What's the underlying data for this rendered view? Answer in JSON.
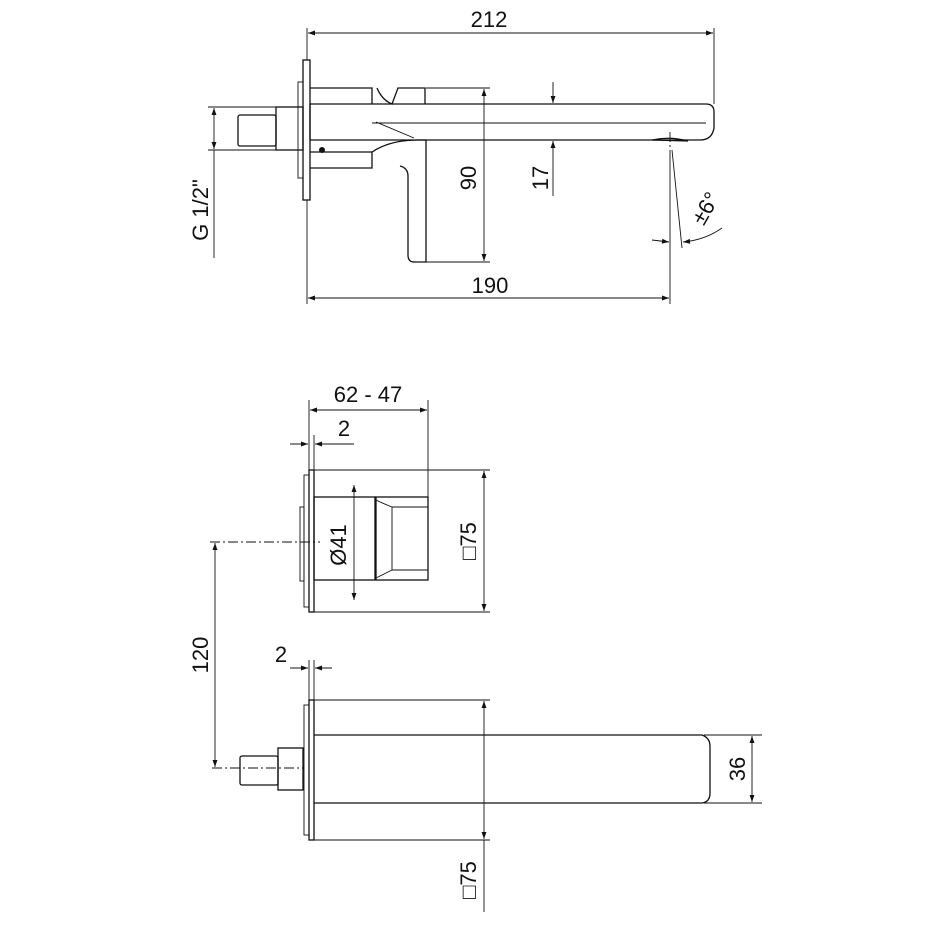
{
  "drawing": {
    "side_view": {
      "overall_length": "212",
      "projection": "190",
      "height": "90",
      "spout_height": "17",
      "angle": "±6°",
      "thread": "G 1/2\""
    },
    "lever_view": {
      "depth_range": "62 - 47",
      "plate_thickness": "2",
      "knob_diameter": "Ø41",
      "plate_size": "□75"
    },
    "spout_view": {
      "center_distance": "120",
      "plate_thickness": "2",
      "spout_width": "36",
      "plate_size": "□75"
    }
  }
}
